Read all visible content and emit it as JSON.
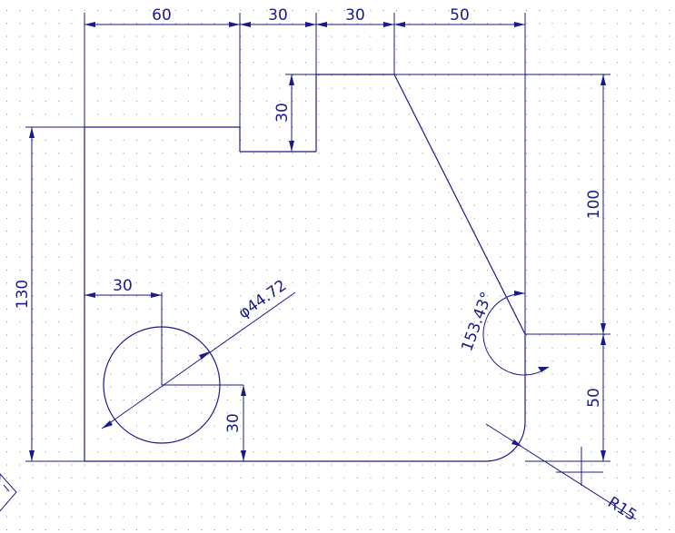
{
  "colors": {
    "line": "#1a1a8c",
    "grid": "#8a8a8a",
    "background": "#ffffff"
  },
  "dimensions": {
    "top_60": "60",
    "top_30_a": "30",
    "top_30_b": "30",
    "top_50": "50",
    "notch_30": "30",
    "right_100": "100",
    "right_50": "50",
    "left_130": "130",
    "hole_x_30": "30",
    "hole_y_30": "30",
    "diameter": "φ44.72",
    "angle": "153.43°",
    "radius": "R15"
  },
  "icons": {
    "ucs": "ucs-icon"
  }
}
